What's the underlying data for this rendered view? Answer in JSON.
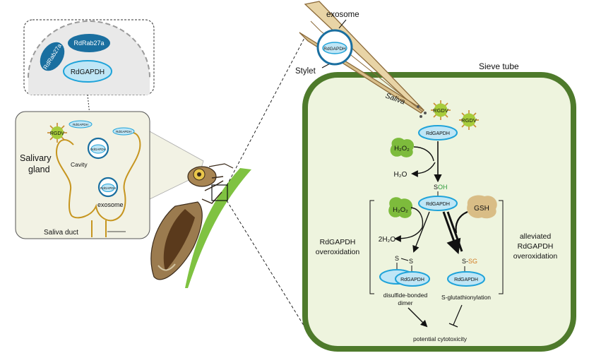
{
  "inset": {
    "rab_left": "RdRab27a",
    "rab_top": "RdRab27a",
    "gapdh": "RdGAPDH"
  },
  "gland": {
    "title": "Salivary gland",
    "title_line1": "Salivary",
    "title_line2": "gland",
    "cavity": "Cavity",
    "exosome": "exosome",
    "duct": "Saliva duct",
    "rgdv": "RGDV",
    "gapdh_small": "RdGAPDH"
  },
  "stylet": {
    "exosome_label": "exosome",
    "gapdh": "RdGAPDH",
    "stylet_label": "Stylet",
    "saliva": "Saliva"
  },
  "sieve": {
    "title": "Sieve tube",
    "rgdv": "RGDV",
    "gapdh": "RdGAPDH",
    "h2o2": "H₂O₂",
    "h2o": "H₂O",
    "soh_s": "S",
    "soh_oh": "OH",
    "gsh": "GSH",
    "two_h2o": "2H₂O",
    "overox_line1": "RdGAPDH",
    "overox_line2": "overoxidation",
    "alleviated_line1": "alleviated",
    "alleviated_line2": "RdGAPDH",
    "alleviated_line3": "overoxidation",
    "disulfide_s": "S",
    "ssg_s": "S-",
    "ssg_sg": "SG",
    "dimer_line1": "disulfide-bonded",
    "dimer_line2": "dimer",
    "glutathionylation": "S-glutathionylation",
    "cytotoxicity": "potential cytotoxicity"
  },
  "colors": {
    "blue_dark": "#1a6fa0",
    "blue_light": "#bfe6f6",
    "blue_line": "#1fa3d9",
    "gland_line": "#c6951f",
    "sieve_border": "#4e7a2b",
    "sieve_fill": "#eef4de",
    "leaf": "#7fc241",
    "h2o2_green": "#7dbb3c",
    "gsh_tan": "#d9bd86",
    "rgdv_green": "#a7cc3b",
    "oh_green": "#2e9a3c",
    "sg_orange": "#d27b21"
  }
}
